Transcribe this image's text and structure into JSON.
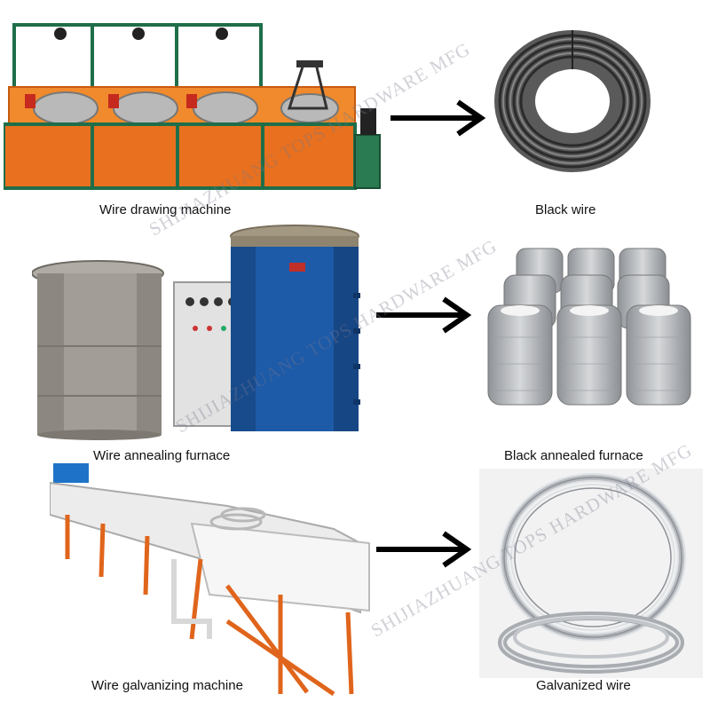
{
  "rows": [
    {
      "machine_label": "Wire drawing machine",
      "machine_icon": "wire-drawing-machine-photo",
      "product_label": "Black wire",
      "product_icon": "black-wire-coil-photo"
    },
    {
      "machine_label": "Wire annealing furnace",
      "machine_icon": "annealing-furnace-photo",
      "product_label": "Black annealed furnace",
      "product_icon": "annealed-wire-coils-photo"
    },
    {
      "machine_label": "Wire galvanizing machine",
      "machine_icon": "galvanizing-line-photo",
      "product_label": "Galvanized wire",
      "product_icon": "galvanized-wire-coil-photo"
    }
  ],
  "watermark": "SHIJIAZHUANG TOPS HARDWARE MFG",
  "colors": {
    "machine_orange": "#e8701e",
    "frame_green": "#1f6e4a",
    "furnace_blue": "#1d5aa8",
    "steel_gray": "#9a9690",
    "wire_dark": "#3a3a3a",
    "wire_silver": "#c9ccd0",
    "arrow": "#000000"
  }
}
